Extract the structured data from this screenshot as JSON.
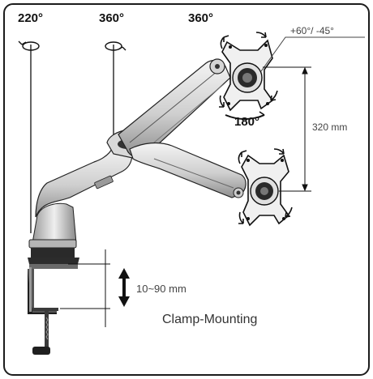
{
  "rotations": {
    "base": "220°",
    "arm": "360°",
    "head": "360°",
    "portrait": "180°"
  },
  "tilt": "+60°/ -45°",
  "height_adjust": "320 mm",
  "clamp_range": "10~90 mm",
  "caption": "Clamp-Mounting",
  "colors": {
    "line": "#1c1c1c",
    "metal_light": "#e6e6e6",
    "metal_mid": "#bdbdbd",
    "metal_dark": "#7a7a7a"
  }
}
